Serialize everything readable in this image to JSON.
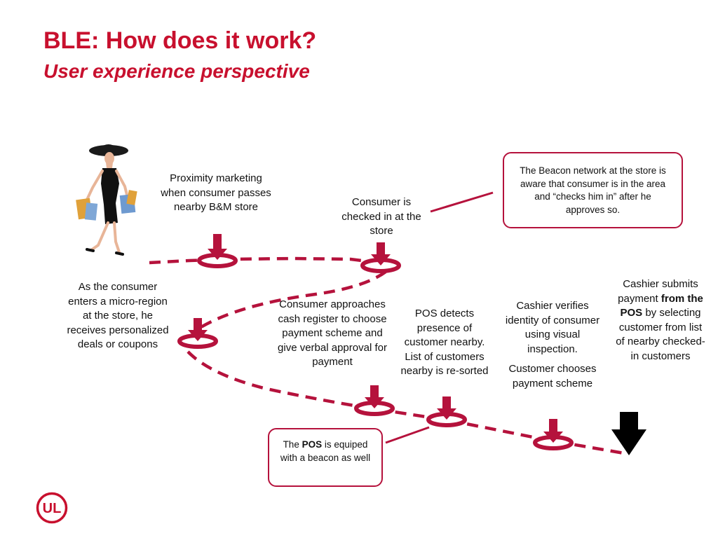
{
  "title": "BLE: How does it work?",
  "subtitle": "User experience perspective",
  "colors": {
    "accent": "#c8102e",
    "path": "#b5123c",
    "final_arrow": "#000000"
  },
  "labels": {
    "proximity": "Proximity marketing when consumer passes nearby B&M store",
    "checked_in": "Consumer is checked in at the store",
    "micro_region": "As the consumer enters a micro-region at the store, he receives personalized deals or coupons",
    "approaches": "Consumer approaches cash register to choose payment scheme and give verbal approval for payment",
    "pos_detects": "POS detects presence of customer nearby. List of customers nearby is re-sorted",
    "cashier_verifies": "Cashier verifies identity of consumer using visual inspection.",
    "customer_chooses": "Customer chooses payment scheme",
    "cashier_submits_pre": "Cashier submits payment",
    "cashier_submits_bold": "from the POS",
    "cashier_submits_post": "by selecting customer from list of nearby checked-in customers"
  },
  "callouts": {
    "beacon_network": "The Beacon network at the store is aware that consumer is in the area and “checks him in” after he approves so.",
    "pos_pre": "The",
    "pos_bold": "POS",
    "pos_post": "is equiped with a beacon as well"
  },
  "icons": [
    "shopper-woman-illustration",
    "down-arrow-icon",
    "beacon-ring-icon",
    "final-down-arrow-icon",
    "ul-logo"
  ],
  "logo_text": "UL"
}
